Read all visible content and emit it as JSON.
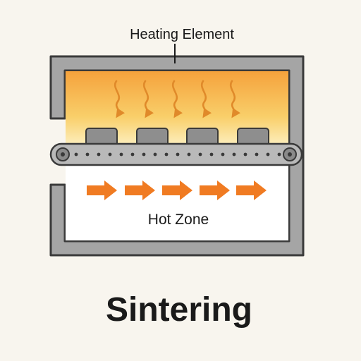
{
  "labels": {
    "heating_element": "Heating Element",
    "hot_zone": "Hot Zone",
    "process_title": "Sintering"
  },
  "colors": {
    "background": "#f8f5ee",
    "furnace_wall": "#a5a5a5",
    "wall_outline": "#3a3a3a",
    "heat_top": "#f5a23c",
    "heat_bottom": "#fdf1c4",
    "heat_arrow": "#e08a2a",
    "flow_arrow": "#f07b22",
    "part": "#8e8e8e",
    "conveyor": "#b9b9b9"
  },
  "icons": {
    "heat_wave": "wavy-down-arrow-icon",
    "flow": "right-arrow-icon",
    "roller": "conveyor-roller-icon"
  }
}
